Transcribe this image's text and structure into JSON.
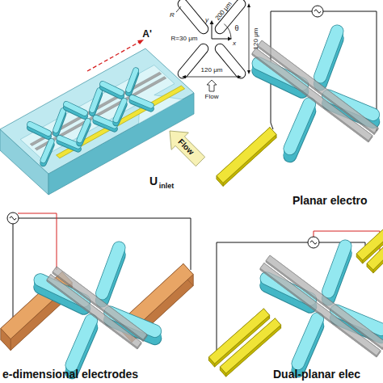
{
  "diagram": {
    "labels": [
      "A'",
      "R",
      "200 μm",
      "y",
      "x",
      "θ",
      "R=30 μm",
      "120 μm",
      "120 μm",
      "Flow",
      "Flow",
      "U",
      "inlet",
      "Planar electro",
      "e-dimensional electrodes",
      "Dual-planar elec"
    ]
  }
}
